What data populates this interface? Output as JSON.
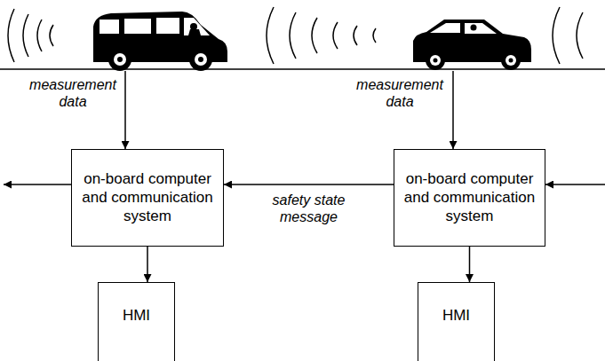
{
  "diagram": {
    "nodes": [
      {
        "text": [
          "on-board computer and communication system"
        ]
      },
      {
        "text": [
          "on-board computer and communication system"
        ]
      },
      {
        "text": [
          "HMI"
        ]
      },
      {
        "text": [
          "HMI"
        ]
      }
    ],
    "edges": [
      {
        "from": 1,
        "to": 0,
        "label": "safety state message",
        "arrow": "to"
      },
      {
        "from": 0,
        "to": 2,
        "arrow": "to"
      },
      {
        "from": 1,
        "to": 3,
        "arrow": "to"
      }
    ],
    "labels": [
      "measurement data",
      "measurement data"
    ]
  }
}
